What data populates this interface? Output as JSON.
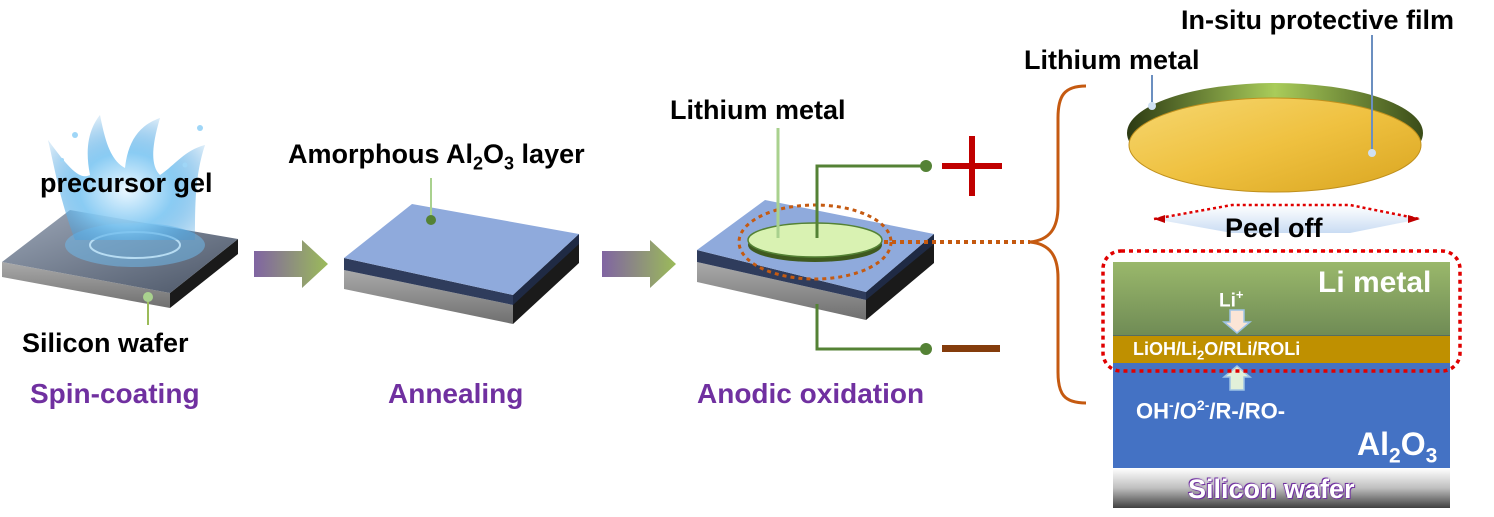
{
  "labels": {
    "precursor_gel": "precursor gel",
    "silicon_wafer": "Silicon wafer",
    "amorphous_layer": {
      "pre": "Amorphous Al",
      "sub1": "2",
      "mid": "O",
      "sub2": "3",
      "post": " layer"
    },
    "lithium_metal_center": "Lithium metal",
    "lithium_metal_film": "Lithium metal",
    "in_situ_film": "In-situ protective film",
    "peel_off": "Peel off",
    "li_metal": "Li metal",
    "li_ion": {
      "base": "Li",
      "sup": "+"
    },
    "sei": {
      "pre": "LiOH/Li",
      "sub": "2",
      "post": "O/RLi/ROLi"
    },
    "anions": {
      "p1": "OH",
      "s1": "-",
      "p2": "/O",
      "s2": "2-",
      "p3": "/R-/RO-"
    },
    "al2o3": {
      "a": "Al",
      "s1": "2",
      "b": "O",
      "s2": "3"
    },
    "bottom_wafer": "Silicon wafer"
  },
  "steps": [
    "Spin-coating",
    "Annealing",
    "Anodic oxidation"
  ],
  "colors": {
    "step_text": "#7030a0",
    "wire": "#548235",
    "plus": "#c00000",
    "minus": "#843c0c",
    "bracket": "#c55a11",
    "dotted_circle": "#c55a11",
    "dotted_box": "#e00000",
    "alumina": "#8faadc",
    "alumina_block": "#4472c4",
    "sei_layer": "#bf9000",
    "li_disc": "#d9f2b2",
    "gold_film": "#f1c232"
  },
  "icons": [
    "splash-icon",
    "arrow-right-icon",
    "plus-icon",
    "minus-icon",
    "curly-brace-icon",
    "up-arrow-icon",
    "down-arrow-icon"
  ]
}
